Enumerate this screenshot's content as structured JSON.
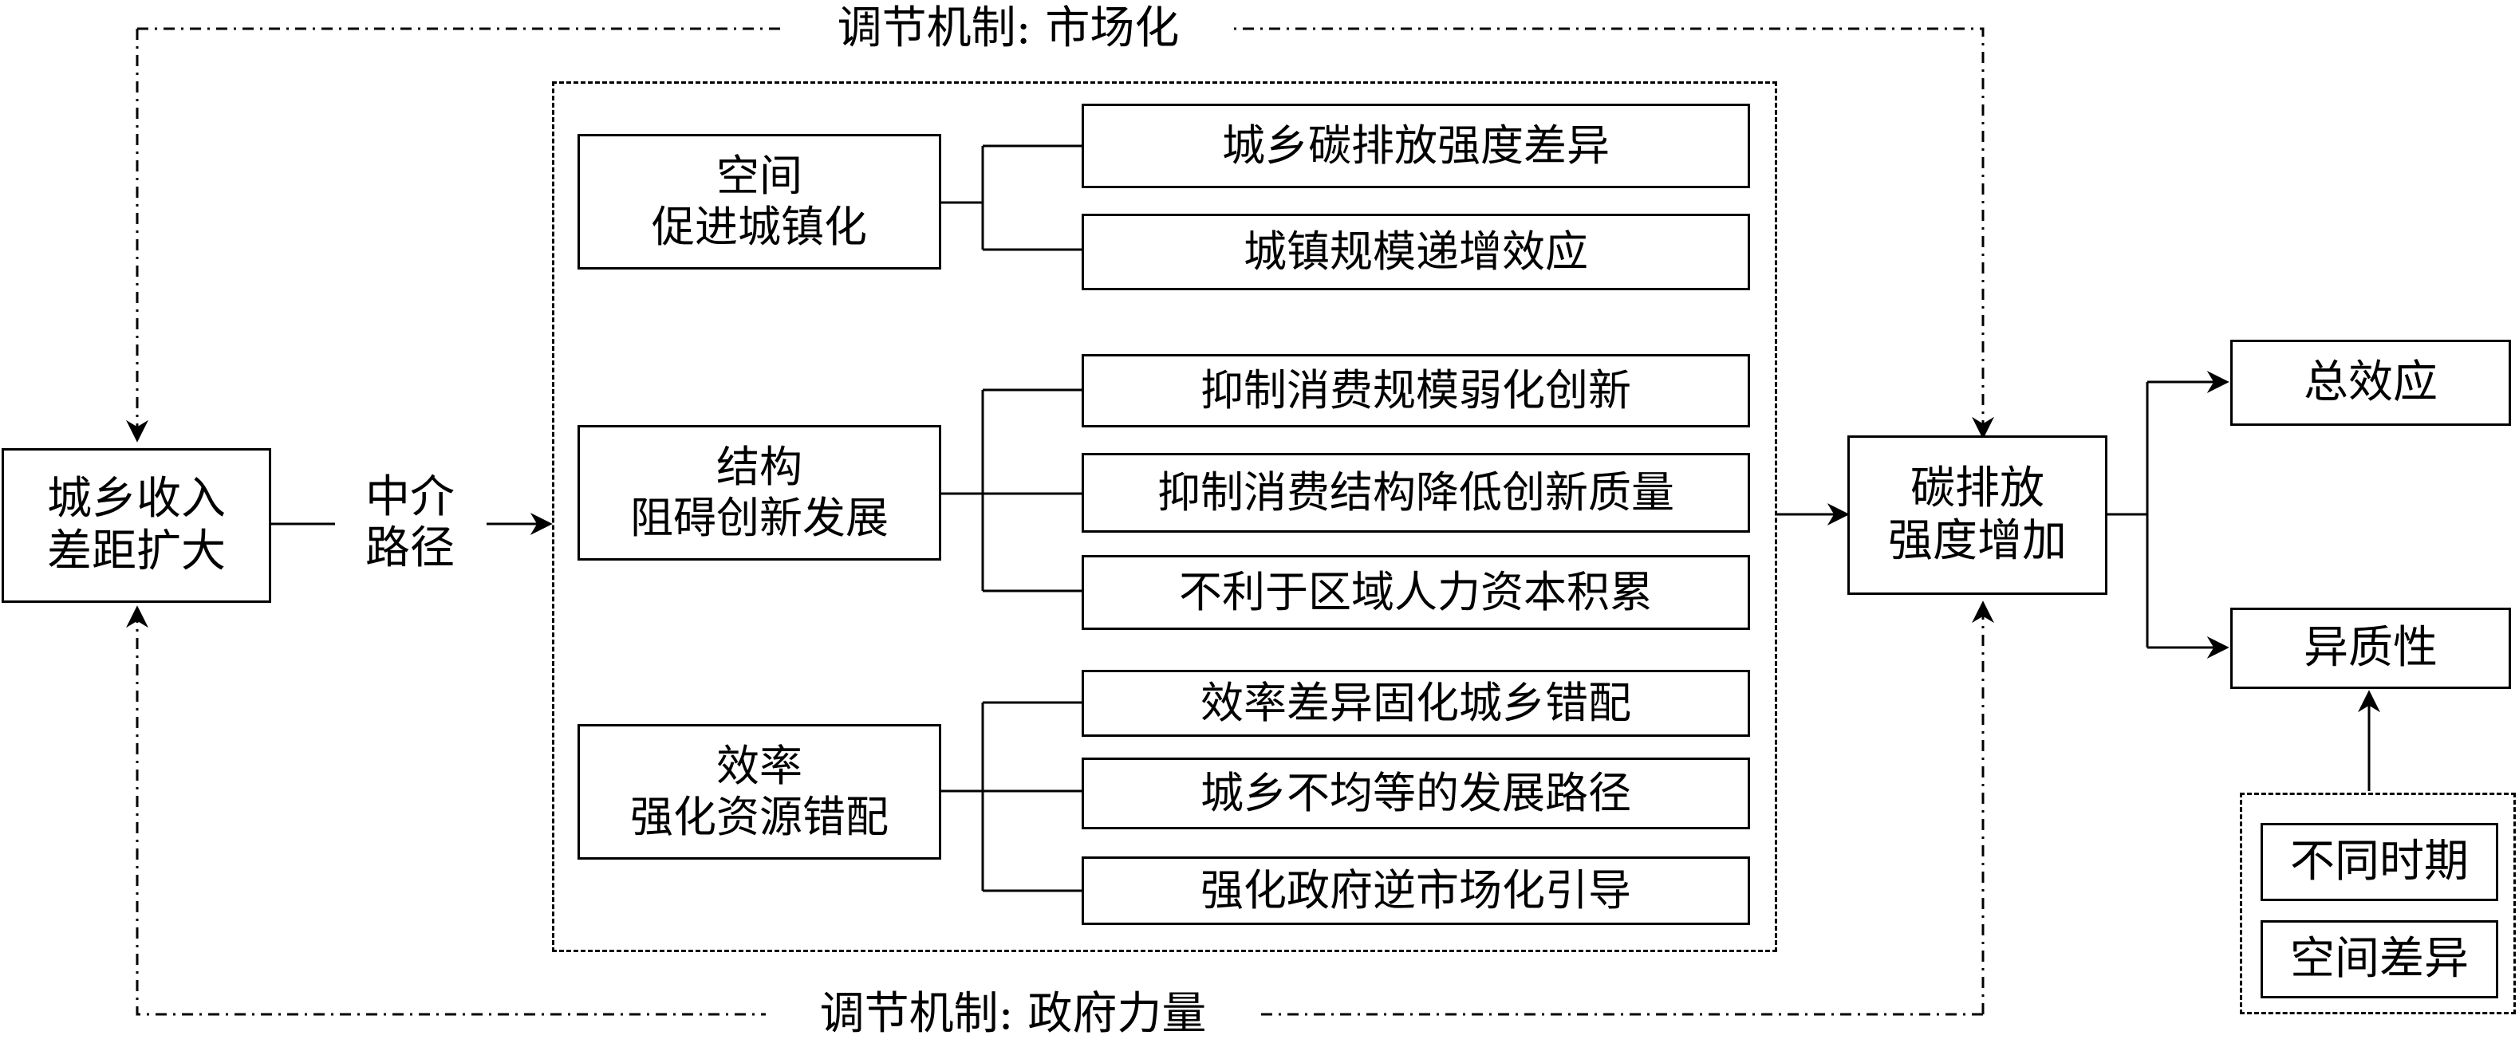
{
  "mechanisms": {
    "market": "调节机制: 市场化",
    "government": "调节机制: 政府力量"
  },
  "source": {
    "line1": "城乡收入",
    "line2": "差距扩大"
  },
  "mediation": {
    "line1": "中介",
    "line2": "路径"
  },
  "paths": [
    {
      "line1": "空间",
      "line2": "促进城镇化",
      "items": [
        "城乡碳排放强度差异",
        "城镇规模递增效应"
      ]
    },
    {
      "line1": "结构",
      "line2": "阻碍创新发展",
      "items": [
        "抑制消费规模弱化创新",
        "抑制消费结构降低创新质量",
        "不利于区域人力资本积累"
      ]
    },
    {
      "line1": "效率",
      "line2": "强化资源错配",
      "items": [
        "效率差异固化城乡错配",
        "城乡不均等的发展路径",
        "强化政府逆市场化引导"
      ]
    }
  ],
  "outcome": {
    "line1": "碳排放",
    "line2": "强度增加"
  },
  "effects": {
    "total": "总效应",
    "heterogeneity": "异质性"
  },
  "heterogeneity_dims": [
    "不同时期",
    "空间差异"
  ]
}
